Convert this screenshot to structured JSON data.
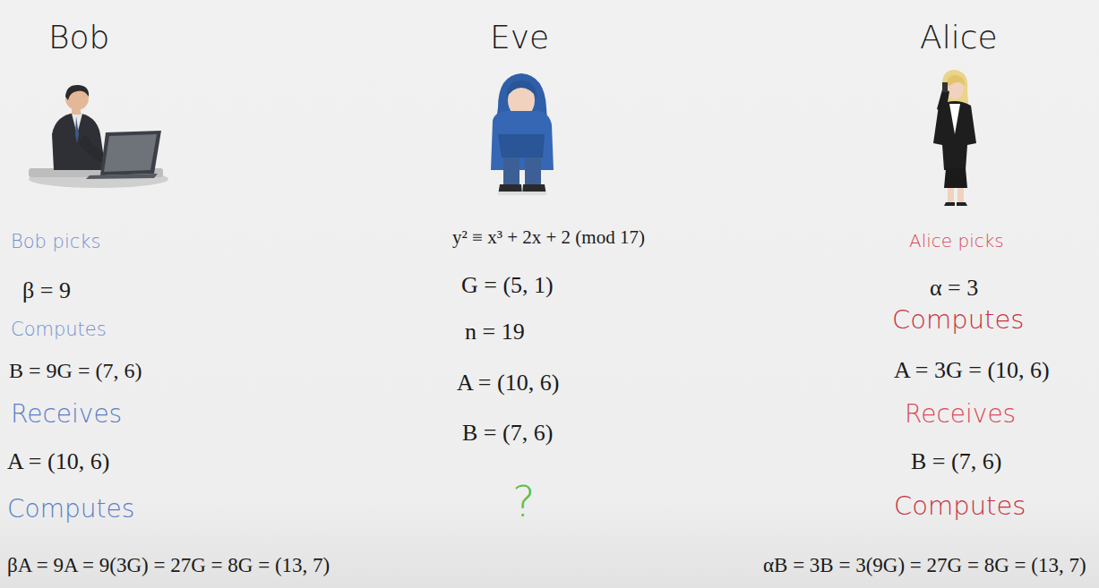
{
  "diagram": {
    "labels": [
      "Bob",
      "Bob picks",
      "β = 9",
      "Computes",
      "B = 9G = (7, 6)",
      "Receives",
      "A = (10, 6)",
      "Computes",
      "βA = 9A = 9(3G) = 27G = 8G = (13, 7)",
      "Eve",
      "y² ≡ x³ + 2x + 2 (mod 17)",
      "G = (5, 1)",
      "n = 19",
      "A = (10, 6)",
      "B = (7, 6)",
      "?",
      "Alice",
      "Alice picks",
      "α = 3",
      "Computes",
      "A = 3G = (10, 6)",
      "Receives",
      "B = (7, 6)",
      "Computes",
      "αB = 3B = 3(9G) = 27G = 8G = (13, 7)"
    ]
  }
}
